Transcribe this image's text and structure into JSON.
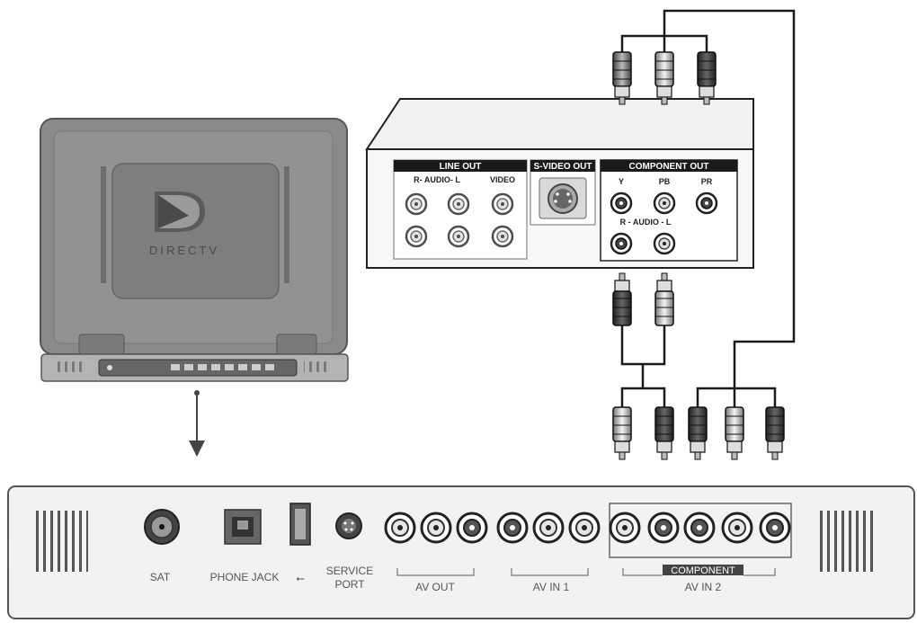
{
  "receiver": {
    "logo_text": "DIRECTV"
  },
  "dvd_player": {
    "line_out_header": "LINE OUT",
    "line_out_audio_label": "R- AUDIO- L",
    "line_out_video_label": "VIDEO",
    "svideo_out_header": "S-VIDEO OUT",
    "component_out_header": "COMPONENT OUT",
    "component_y": "Y",
    "component_pb": "PB",
    "component_pr": "PR",
    "component_audio_label": "R - AUDIO - L"
  },
  "rear_panel": {
    "sat_label": "SAT",
    "phone_jack_label": "PHONE JACK",
    "usb_symbol": "⭠",
    "service_label_line1": "SERVICE",
    "service_label_line2": "PORT",
    "av_out_label": "AV OUT",
    "av_in1_label": "AV IN 1",
    "component_header": "COMPONENT",
    "av_in2_label": "AV IN 2"
  },
  "colors": {
    "receiver_body": "#8a8a8a",
    "receiver_edge": "#6e6e6e",
    "panel_fill": "#f2f2f2",
    "cable": "#1a1a1a",
    "header_bar": "#1a1a1a"
  }
}
